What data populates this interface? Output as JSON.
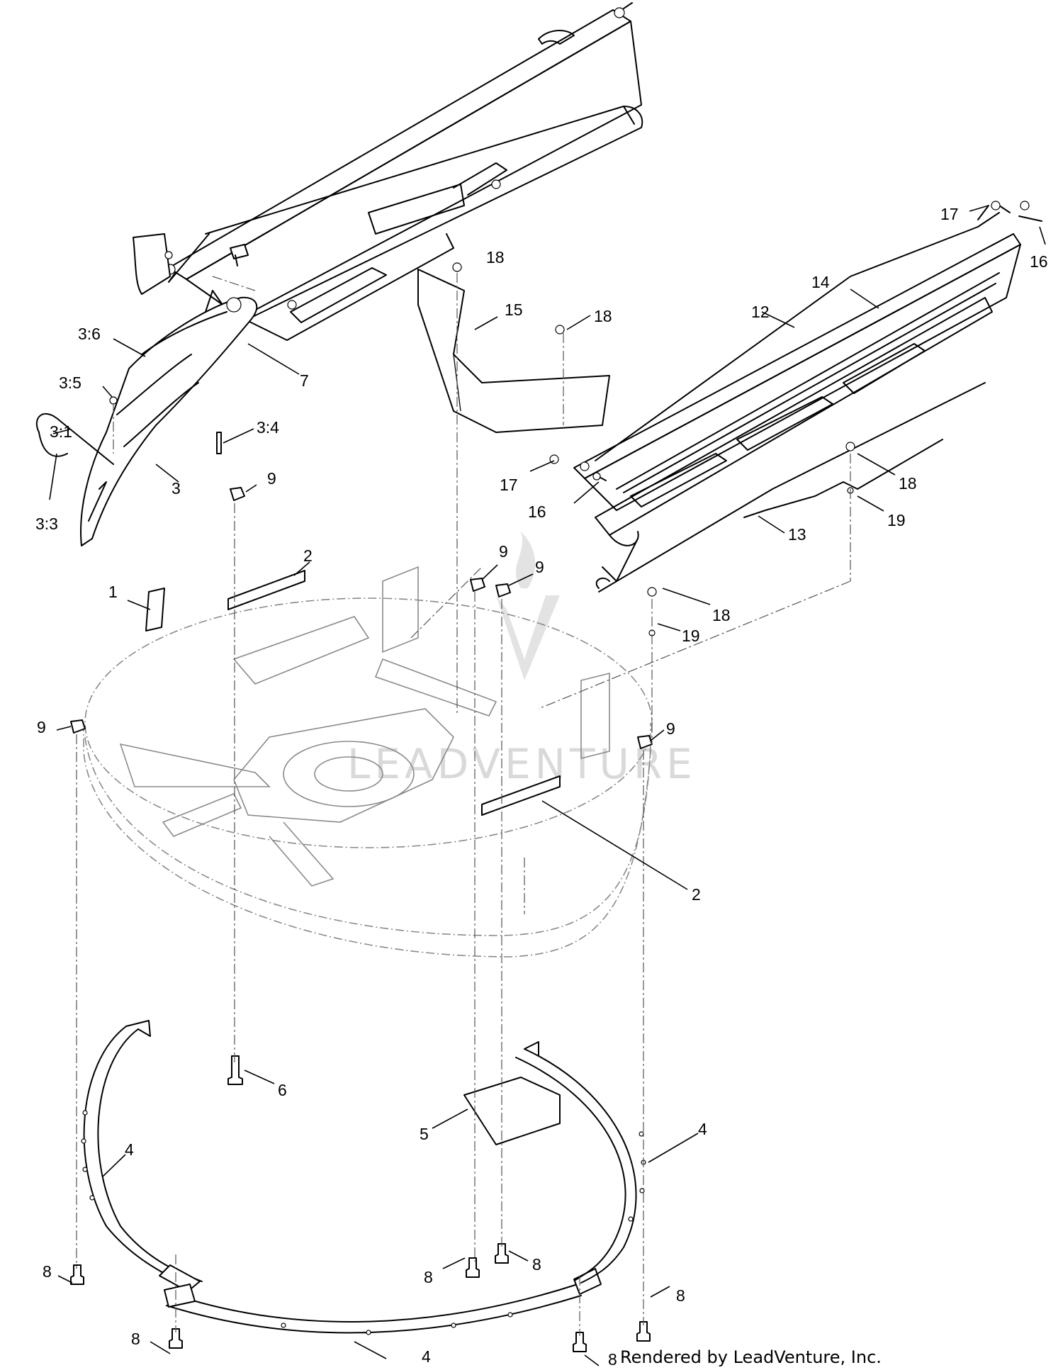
{
  "watermark": "LEADVENTURE",
  "footer": "Rendered by LeadVenture, Inc.",
  "callouts": {
    "c1": "1",
    "c2a": "2",
    "c2b": "2",
    "c3": "3",
    "c3_1": "3:1",
    "c3_3": "3:3",
    "c3_4": "3:4",
    "c3_5": "3:5",
    "c3_6": "3:6",
    "c4a": "4",
    "c4b": "4",
    "c4c": "4",
    "c5": "5",
    "c6": "6",
    "c7": "7",
    "c8a": "8",
    "c8b": "8",
    "c8c": "8",
    "c8d": "8",
    "c8e": "8",
    "c8f": "8",
    "c9a": "9",
    "c9b": "9",
    "c9c": "9",
    "c9d": "9",
    "c9e": "9",
    "c12": "12",
    "c13": "13",
    "c14": "14",
    "c15": "15",
    "c16a": "16",
    "c16b": "16",
    "c17a": "17",
    "c17b": "17",
    "c18a": "18",
    "c18b": "18",
    "c18c": "18",
    "c18d": "18",
    "c19a": "19",
    "c19b": "19"
  }
}
